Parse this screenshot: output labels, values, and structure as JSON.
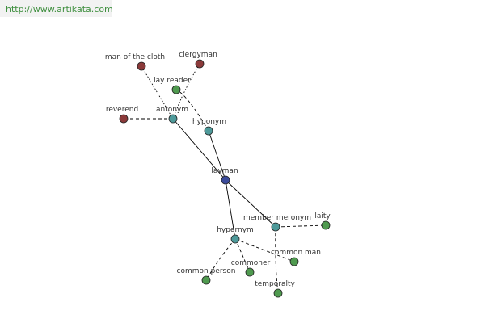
{
  "header": {
    "url": "http://www.artikata.com"
  },
  "colors": {
    "center": "#3b4b9b",
    "relation": "#4e9a9a",
    "antonym_term": "#8b3a3a",
    "term": "#4f9a4f",
    "edge": "#000000",
    "url_text": "#3f8f3f"
  },
  "graph": {
    "nodes": [
      {
        "id": "layman",
        "label": "layman",
        "kind": "center"
      },
      {
        "id": "antonym",
        "label": "antonym",
        "kind": "relation"
      },
      {
        "id": "hyponym",
        "label": "hyponym",
        "kind": "relation"
      },
      {
        "id": "member-meronym",
        "label": "member meronym",
        "kind": "relation"
      },
      {
        "id": "hypernym",
        "label": "hypernym",
        "kind": "relation"
      },
      {
        "id": "man-of-the-cloth",
        "label": "man of the cloth",
        "kind": "antonym_term"
      },
      {
        "id": "clergyman",
        "label": "clergyman",
        "kind": "antonym_term"
      },
      {
        "id": "reverend",
        "label": "reverend",
        "kind": "antonym_term"
      },
      {
        "id": "lay-reader",
        "label": "lay reader",
        "kind": "term"
      },
      {
        "id": "laity",
        "label": "laity",
        "kind": "term"
      },
      {
        "id": "temporalty",
        "label": "temporalty",
        "kind": "term"
      },
      {
        "id": "common-man",
        "label": "common man",
        "kind": "term"
      },
      {
        "id": "commoner",
        "label": "commoner",
        "kind": "term"
      },
      {
        "id": "common-person",
        "label": "common person",
        "kind": "term"
      }
    ],
    "edges": [
      {
        "from": "layman",
        "to": "antonym",
        "style": "solid"
      },
      {
        "from": "layman",
        "to": "hyponym",
        "style": "solid"
      },
      {
        "from": "layman",
        "to": "member-meronym",
        "style": "solid"
      },
      {
        "from": "layman",
        "to": "hypernym",
        "style": "solid"
      },
      {
        "from": "antonym",
        "to": "man-of-the-cloth",
        "style": "dotted"
      },
      {
        "from": "antonym",
        "to": "clergyman",
        "style": "dotted"
      },
      {
        "from": "antonym",
        "to": "reverend",
        "style": "dashed"
      },
      {
        "from": "hyponym",
        "to": "lay-reader",
        "style": "dashed"
      },
      {
        "from": "member-meronym",
        "to": "laity",
        "style": "dashed"
      },
      {
        "from": "member-meronym",
        "to": "temporalty",
        "style": "dashed"
      },
      {
        "from": "hypernym",
        "to": "common-man",
        "style": "dashed"
      },
      {
        "from": "hypernym",
        "to": "commoner",
        "style": "dashed"
      },
      {
        "from": "hypernym",
        "to": "common-person",
        "style": "dashed"
      }
    ]
  }
}
